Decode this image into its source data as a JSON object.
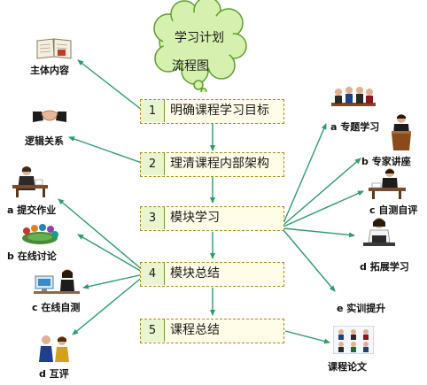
{
  "title": {
    "line1": "学习计划",
    "line2": "流程图"
  },
  "steps": [
    {
      "number": "1",
      "label": "明确课程学习目标"
    },
    {
      "number": "2",
      "label": "理清课程内部架构"
    },
    {
      "number": "3",
      "label": "模块学习"
    },
    {
      "number": "4",
      "label": "模块总结"
    },
    {
      "number": "5",
      "label": "课程总结"
    }
  ],
  "left_items": {
    "main_content": "主体内容",
    "logic": "逻辑关系",
    "submit_homework": "a 提交作业",
    "online_discussion": "b 在线讨论",
    "online_self_test": "c 在线自测",
    "peer_review": "d 互评"
  },
  "right_items": {
    "topic_study": "a 专题学习",
    "expert_lecture": "b 专家讲座",
    "self_test": "c 自测自评",
    "extended_study": "d 拓展学习",
    "practical_training": "e 实训提升",
    "course_paper": "课程论文"
  },
  "colors": {
    "arrow": "#2e9b6a",
    "box_border": "#b08a1e",
    "number_fill": "#e8f5d0",
    "cloud_fill": "#d6f0b0",
    "cloud_stroke": "#5e9e2a"
  }
}
